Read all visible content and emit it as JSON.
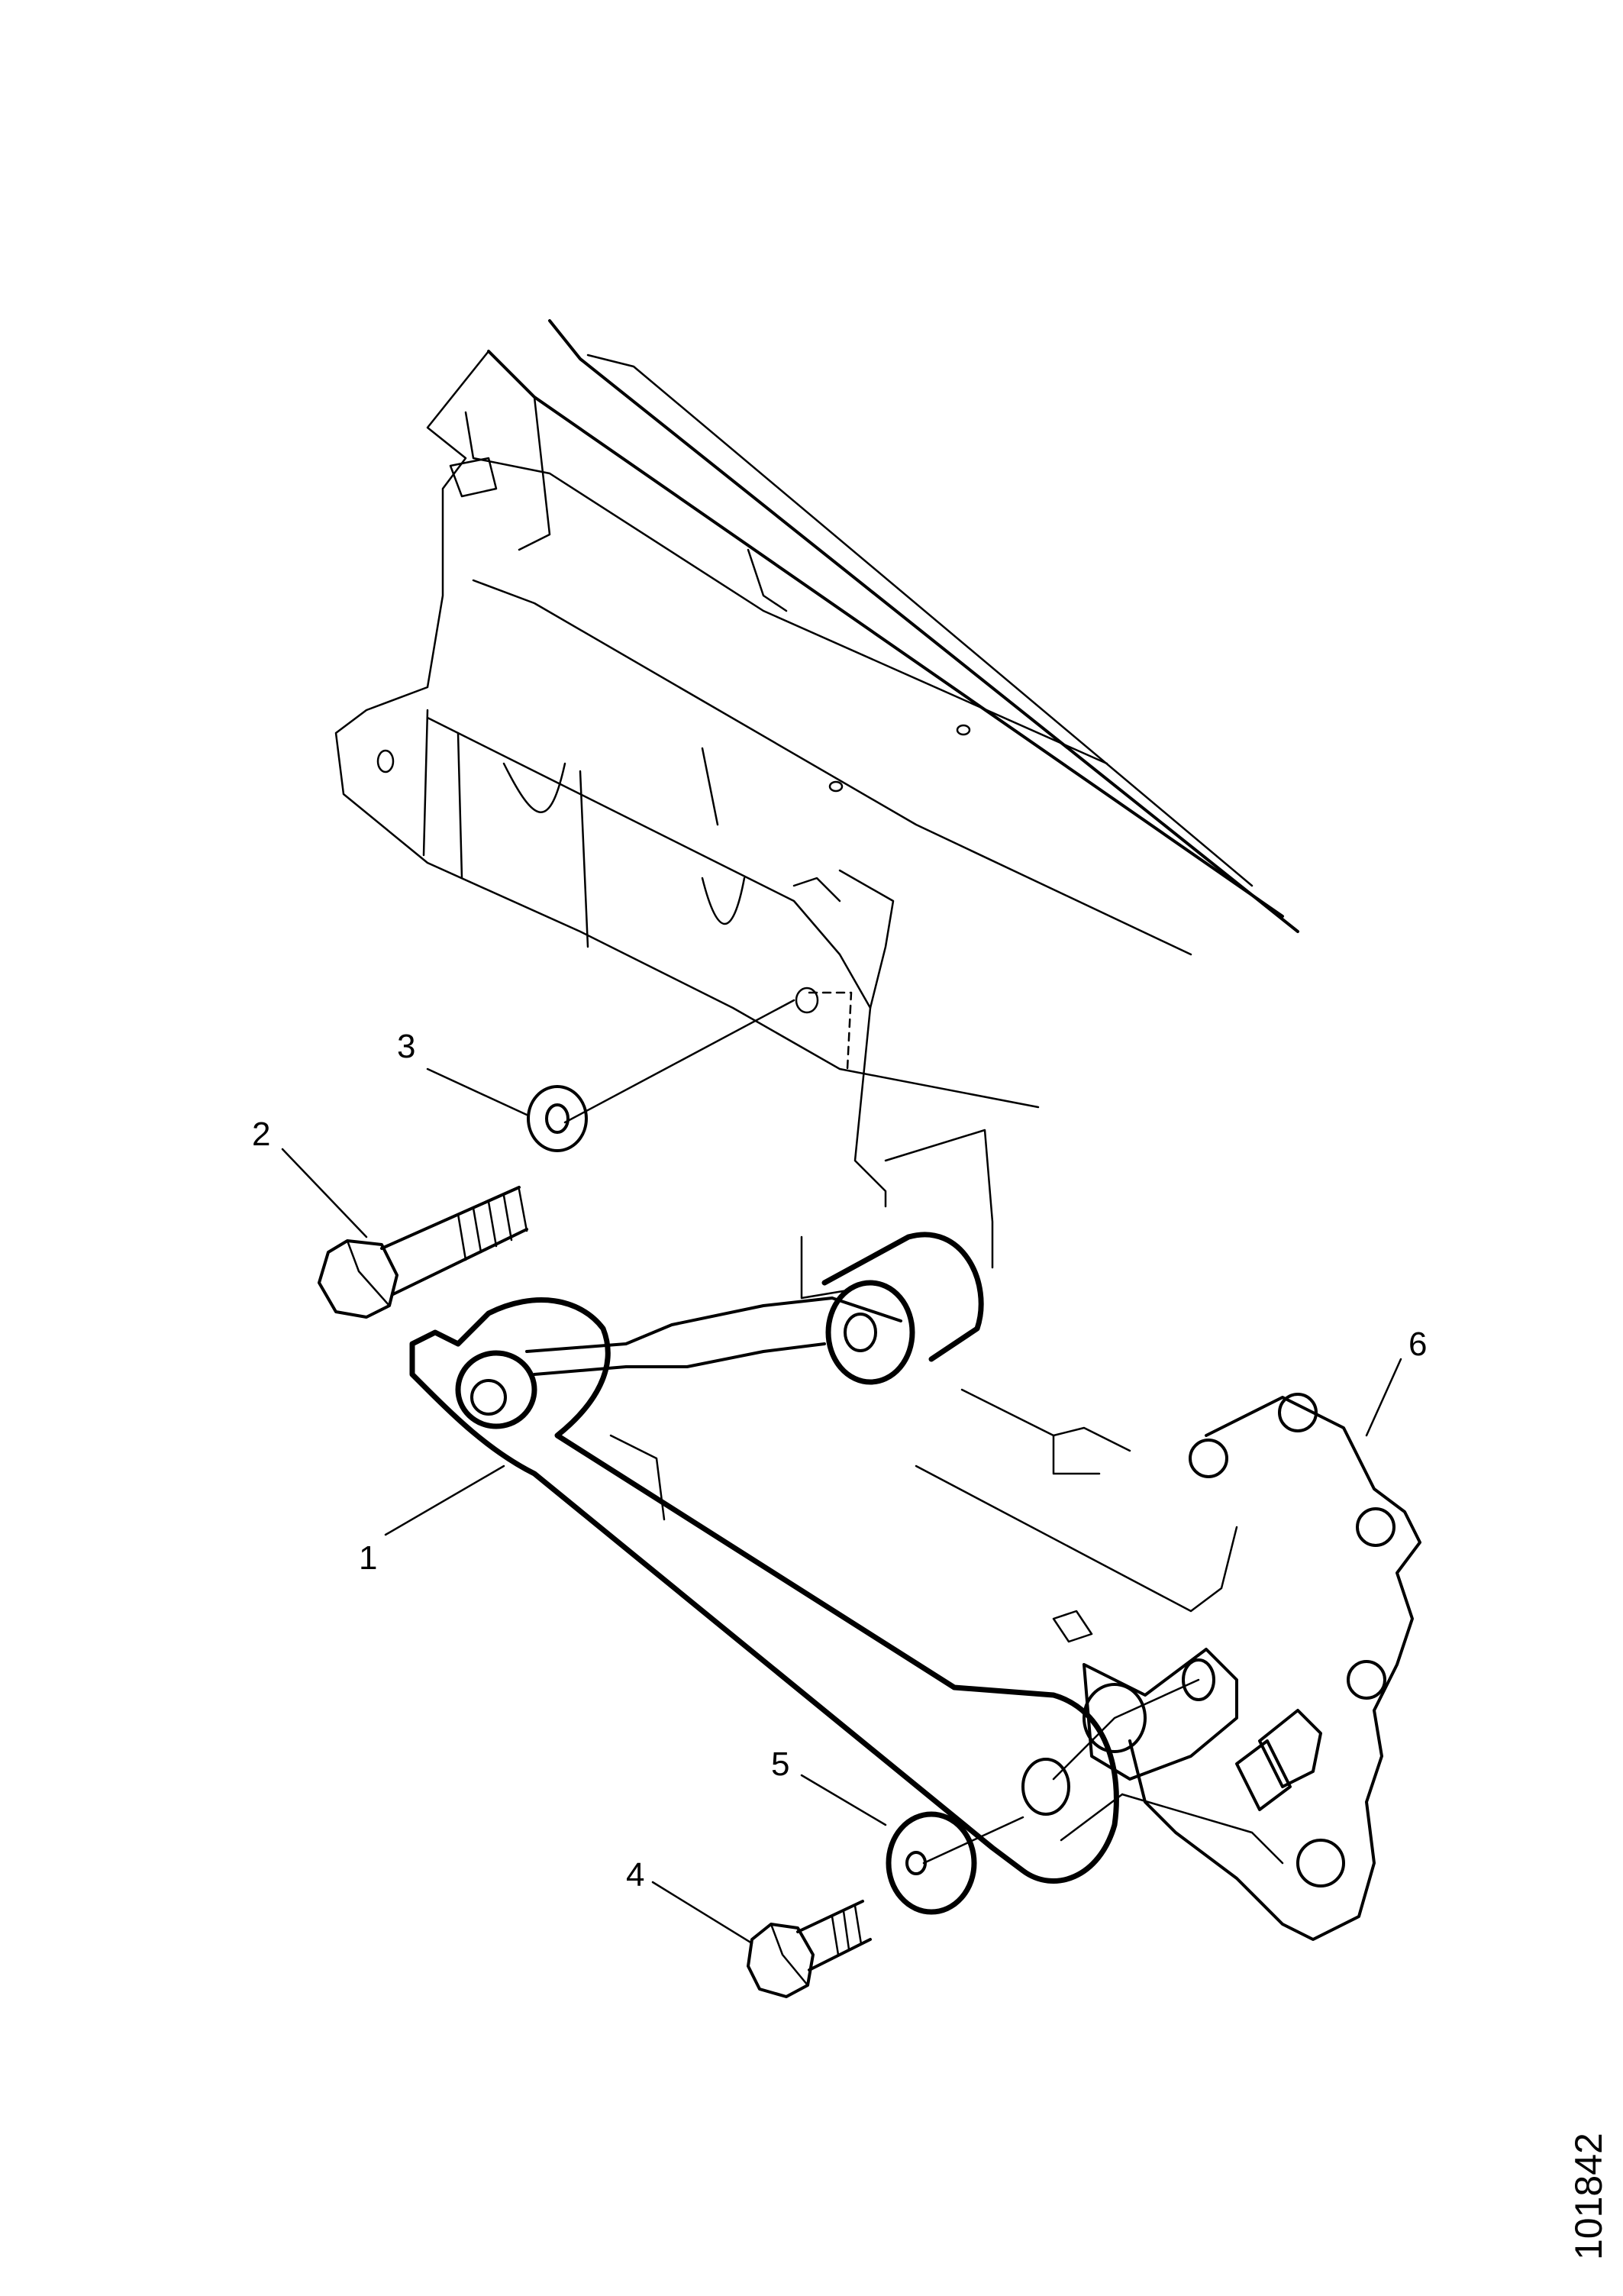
{
  "figure_number": "101842",
  "callouts": [
    {
      "id": "1",
      "label": "1"
    },
    {
      "id": "2",
      "label": "2"
    },
    {
      "id": "3",
      "label": "3"
    },
    {
      "id": "4",
      "label": "4"
    },
    {
      "id": "5",
      "label": "5"
    },
    {
      "id": "6",
      "label": "6"
    }
  ]
}
